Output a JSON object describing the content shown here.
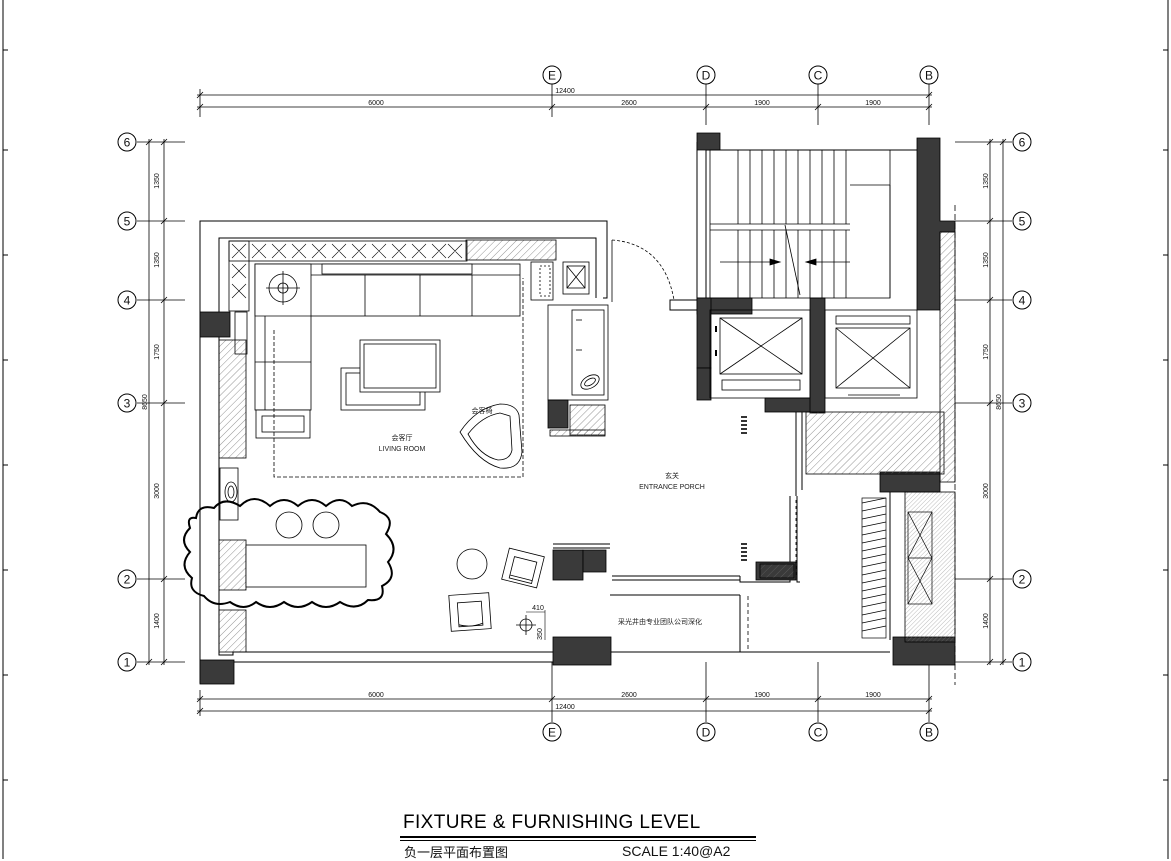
{
  "drawing": {
    "title": "FIXTURE & FURNISHING LEVEL",
    "subtitle_cn": "负一层平面布置图",
    "scale": "SCALE  1:40@A2"
  },
  "grid": {
    "columns": [
      "E",
      "D",
      "C",
      "B"
    ],
    "rows": [
      "6",
      "5",
      "4",
      "3",
      "2",
      "1"
    ]
  },
  "dimensions": {
    "top_total": "12400",
    "top": [
      "6000",
      "2600",
      "1900",
      "1900"
    ],
    "bottom_total": "12400",
    "bottom": [
      "6000",
      "2600",
      "1900",
      "1900"
    ],
    "left": [
      "1350",
      "1350",
      "1750",
      "3000",
      "1400"
    ],
    "left_total": "8650",
    "right": [
      "1350",
      "1350",
      "1750",
      "3000",
      "1400"
    ],
    "right_total": "8650",
    "detail_a": "410",
    "detail_b": "350"
  },
  "rooms": {
    "living_cn": "会客厅",
    "living_en": "LIVING ROOM",
    "chair_cn": "会客椅",
    "porch_cn": "玄关",
    "porch_en": "ENTRANCE PORCH",
    "note_cn": "采光井由专业团队公司深化"
  }
}
